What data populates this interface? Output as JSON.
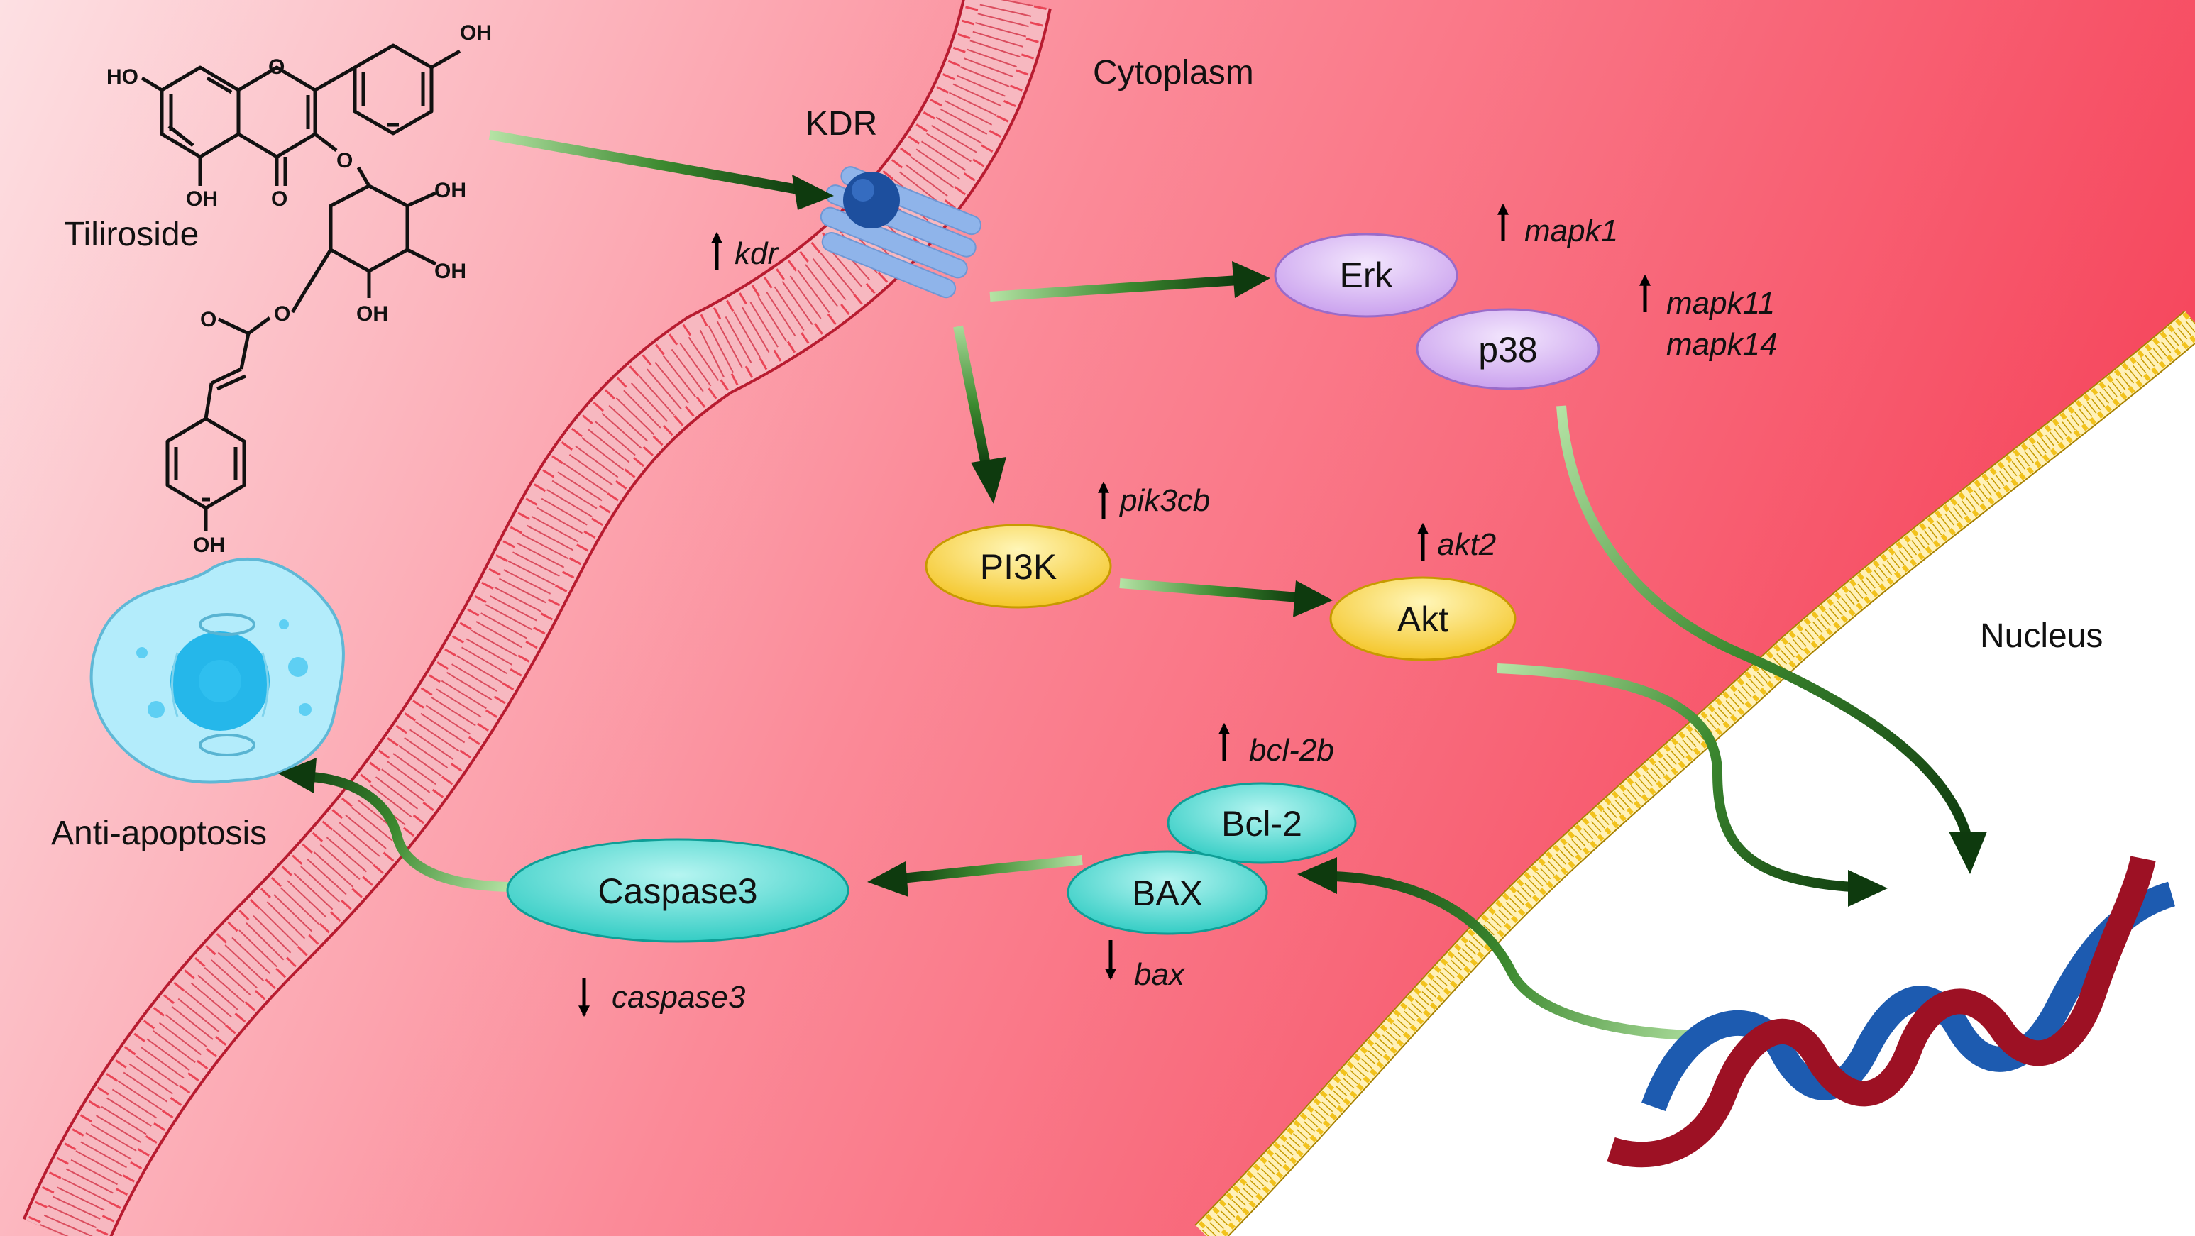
{
  "labels": {
    "cytoplasm": "Cytoplasm",
    "nucleus": "Nucleus",
    "receptor": "KDR",
    "compound": "Tiliroside",
    "outcome": "Anti-apoptosis"
  },
  "nodes": {
    "erk": "Erk",
    "p38": "p38",
    "pi3k": "PI3K",
    "akt": "Akt",
    "bcl2": "Bcl-2",
    "bax": "BAX",
    "caspase3": "Caspase3"
  },
  "genes": {
    "kdr": "kdr",
    "mapk1": "mapk1",
    "mapk11": "mapk11",
    "mapk14": "mapk14",
    "pik3cb": "pik3cb",
    "akt2": "akt2",
    "bcl2b": "bcl-2b",
    "bax": "bax",
    "caspase3": "caspase3"
  },
  "regulation": {
    "kdr": "up",
    "mapk1": "up",
    "mapk11_mapk14": "up",
    "pik3cb": "up",
    "akt2": "up",
    "bcl2b": "up",
    "bax": "down",
    "caspase3": "down"
  },
  "atoms": {
    "oh_top": "OH",
    "ho_left": "HO",
    "o_ring": "O",
    "oh_mid": "OH",
    "o_ketone": "O",
    "o_glyco": "O",
    "oh_sugar1": "OH",
    "oh_sugar2": "OH",
    "oh_sugar3": "OH",
    "o_ester": "O",
    "o_carbonyl": "O",
    "oh_bottom": "OH"
  },
  "colors": {
    "cytoplasm_light": "#fcd3d8",
    "cytoplasm_dark": "#f75a6e",
    "membrane": "#e8394a",
    "nuclear_membrane": "#f0c020",
    "erk_p38": "#d9b8f2",
    "pi3k_akt": "#f7d23c",
    "bcl_bax_casp": "#3fd6cf",
    "arrow_dark": "#0e3a0e",
    "arrow_light": "#b5e3a5",
    "receptor": "#8fb4ea",
    "receptor_ligand": "#1d4f9e",
    "dna_blue": "#1d5bb0",
    "dna_red": "#9d1124",
    "cell": "#8fe0f5"
  }
}
